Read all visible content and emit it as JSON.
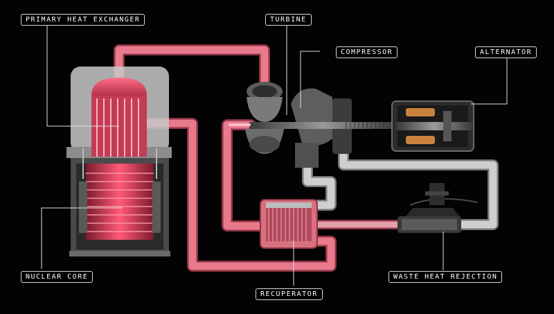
{
  "labels": {
    "primary_heat_exchanger": "PRIMARY HEAT EXCHANGER",
    "turbine": "TURBINE",
    "compressor": "COMPRESSOR",
    "alternator": "ALTERNATOR",
    "nuclear_core": "NUCLEAR CORE",
    "recuperator": "RECUPERATOR",
    "waste_heat_rejection": "WASTE HEAT REJECTION"
  },
  "colors": {
    "hot_loop": "#e87a8c",
    "hot_glow": "#ff3b5c",
    "cold_loop": "#b9b9b9",
    "background": "#030303",
    "machinery": "#6e6e6e"
  }
}
